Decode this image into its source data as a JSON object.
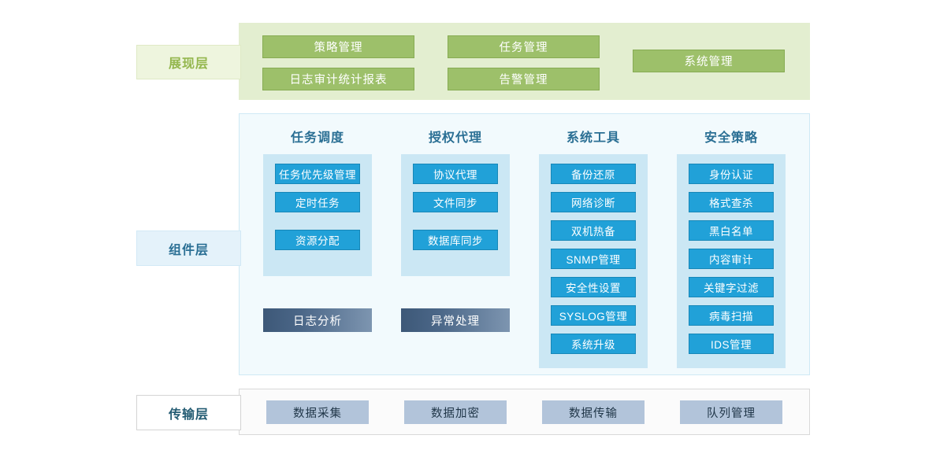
{
  "diagram": {
    "title": "System Architecture Layers",
    "colors": {
      "green_panel": "#e3eed0",
      "green_button": "#9dc06a",
      "blue_panel": "#f2fafd",
      "blue_column": "#cbe7f4",
      "blue_button": "#21a1d8",
      "dark_button": "#3d5878",
      "gray_panel": "#fbfbfb",
      "gray_button": "#b2c4da"
    }
  },
  "layers": {
    "presentation": {
      "label": "展现层",
      "buttons": [
        {
          "label": "策略管理"
        },
        {
          "label": "任务管理"
        },
        {
          "label": "系统管理"
        },
        {
          "label": "日志审计统计报表"
        },
        {
          "label": "告警管理"
        }
      ]
    },
    "component": {
      "label": "组件层",
      "columns": [
        {
          "title": "任务调度",
          "items": [
            {
              "label": "任务优先级管理"
            },
            {
              "label": "定时任务"
            },
            {
              "label": "资源分配"
            }
          ],
          "footer": {
            "label": "日志分析"
          }
        },
        {
          "title": "授权代理",
          "items": [
            {
              "label": "协议代理"
            },
            {
              "label": "文件同步"
            },
            {
              "label": "数据库同步"
            }
          ],
          "footer": {
            "label": "异常处理"
          }
        },
        {
          "title": "系统工具",
          "items": [
            {
              "label": "备份还原"
            },
            {
              "label": "网络诊断"
            },
            {
              "label": "双机热备"
            },
            {
              "label": "SNMP管理"
            },
            {
              "label": "安全性设置"
            },
            {
              "label": "SYSLOG管理"
            },
            {
              "label": "系统升级"
            }
          ],
          "footer": null
        },
        {
          "title": "安全策略",
          "items": [
            {
              "label": "身份认证"
            },
            {
              "label": "格式查杀"
            },
            {
              "label": "黑白名单"
            },
            {
              "label": "内容审计"
            },
            {
              "label": "关键字过滤"
            },
            {
              "label": "病毒扫描"
            },
            {
              "label": "IDS管理"
            }
          ],
          "footer": null
        }
      ]
    },
    "transport": {
      "label": "传输层",
      "buttons": [
        {
          "label": "数据采集"
        },
        {
          "label": "数据加密"
        },
        {
          "label": "数据传输"
        },
        {
          "label": "队列管理"
        }
      ]
    }
  }
}
